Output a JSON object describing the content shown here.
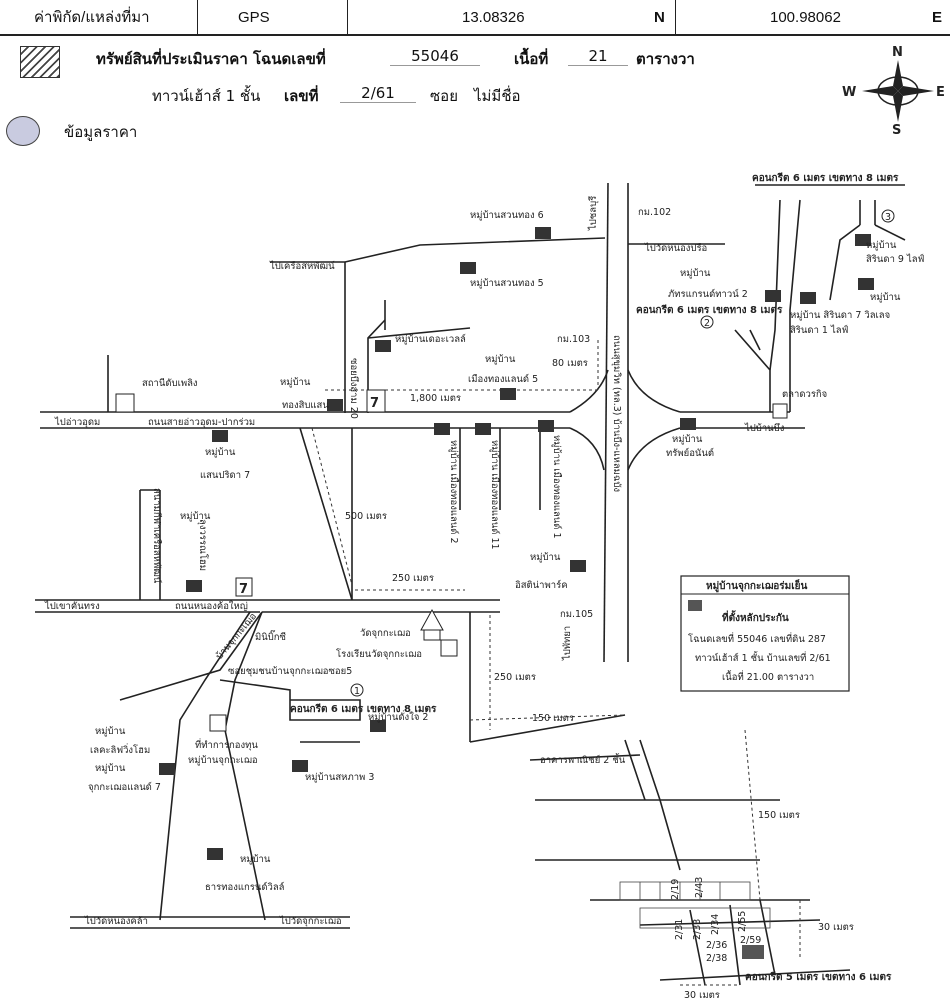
{
  "header": {
    "coord_label": "ค่าพิกัด/แหล่งที่มา",
    "source": "GPS",
    "lat": "13.08326",
    "n_label": "N",
    "lon": "100.98062",
    "e_label": "E"
  },
  "property": {
    "title": "ทรัพย์สินที่ประเมินราคา โฉนดเลขที่",
    "deed_no": "55046",
    "area_label": "เนื้อที่",
    "area_value": "21",
    "area_unit": "ตารางวา",
    "type_label": "ทาวน์เฮ้าส์ 1 ชั้น",
    "house_no_label": "เลขที่",
    "house_no": "2/61",
    "soi_label": "ซอย",
    "soi_value": "ไม่มีชื่อ"
  },
  "legend": {
    "price_data": "ข้อมูลราคา"
  },
  "compass": {
    "n": "N",
    "s": "S",
    "e": "E",
    "w": "W"
  },
  "colors": {
    "line": "#222222",
    "hatch": "#333333",
    "circle_fill": "#c9cbe0"
  },
  "map": {
    "top_road_right": "คอนกรีต 6 เมตร เขตทาง 8 เมตร",
    "circle3": "3",
    "km102": "กม.102",
    "to_chonburi": "ไปชลบุรี",
    "to_nongprue": "ไปวัดหนองปรือ",
    "mb_suanthong6": "หมู่บ้านสวนทอง 6",
    "to_kradan": "ไปเครือสหพัฒน์",
    "mb_sirinda9_a": "หมู่บ้าน",
    "mb_sirinda9_b": "สิรินดา 9 ไลฟ์",
    "mb_phat_a": "หมู่บ้าน",
    "mb_phat_b": "ภัทรแกรนด์ทาวน์ 2",
    "mb_suanthong5_a": "หมู่บ้าน",
    "mb_suanthong5_b": "หมู่บ้านสวนทอง 5",
    "mid_road_right": "คอนกรีต 6 เมตร เขตทาง 8 เมตร",
    "circle2": "2",
    "mb_sirinda7": "หมู่บ้าน สิรินดา 7 วิลเลจ",
    "mb_sirinda1_a": "หมู่บ้าน",
    "mb_sirinda1_b": "สิรินดา 1 ไลฟ์",
    "mb_thevalue": "หมู่บ้านเดอะเวลล์",
    "km103": "กม.103",
    "dist80": "80 เมตร",
    "highway": "ถนนสุขุมวิท (ทล.3) บ้านบึง-แหลมฉบัง",
    "mb_muangthong5_a": "หมู่บ้าน",
    "mb_muangthong5_b": "เมืองทองแลนด์ 5",
    "station": "สถานีดับเพลิง",
    "mb_thongsib_a": "หมู่บ้าน",
    "mb_thongsib_b": "ทองสิบแสน",
    "dist1800": "1,800 เมตร",
    "market": "ตลาดวรกิจ",
    "to_auoudom": "ไปอ่าวอุดม",
    "road_auoudom": "ถนนสายอ่าวอุดม-ปากร่วม",
    "soi20": "ซอยบึงสาม 20",
    "to_bueng": "ไปบ้านบึง",
    "mb_saensiri_a": "หมู่บ้าน",
    "mb_saensiri_b": "แสนปริดา 7",
    "mb_mt2": "หมู่บ้าน เมืองทองแลนด์ 2",
    "mb_mt11": "หมู่บ้าน เมืองทองแลนด์ 11",
    "mb_mt1": "หมู่บ้าน เมืองทองแลนด์ 1",
    "mb_thip_a": "หมู่บ้าน",
    "mb_thip_b": "ทรัพย์อนันต์",
    "dist500": "500 เมตร",
    "stadium": "สนามกีฬาเครือสหพัฒน์",
    "mb_lung_a": "หมู่บ้าน",
    "mb_lung_b": "ลุงวรรณโฮม",
    "dist250a": "250 เมตร",
    "mb_ista_a": "หมู่บ้าน",
    "mb_ista_b": "อิสติน่าพาร์ค",
    "legend_box_title": "หมู่บ้านจุกกะเฌอร่มเย็น",
    "legend_box_l1": "ที่ตั้งหลักประกัน",
    "legend_box_l2": "โฉนดเลขที่ 55046  เลขที่ดิน 287",
    "legend_box_l3": "ทาวน์เฮ้าส์ 1 ชั้น บ้านเลขที่ 2/61",
    "legend_box_l4": "เนื้อที่ 21.00 ตารางวา",
    "to_nongkhang": "ไปเขาคันทรง",
    "road_nongkho": "ถนนหนองค้อใหญ่",
    "minimart": "มินิบิ๊กซี",
    "wat": "วัดจุกกะเฌอ",
    "school": "โรงเรียนวัดจุกกะเฌอ",
    "km105": "กม.105",
    "to_pattaya": "ไปพัทยา",
    "ban_jukkachoe": "บ้านจุกกะเฌอ",
    "soi5": "ซอยชุมชนบ้านจุกกะเฌอซอย5",
    "circle1": "1",
    "road1": "คอนกรีต 6 เมตร เขตทาง 8 เมตร",
    "mb_dangjai": "หมู่บ้านดั่งใจ 2",
    "dist250b": "250 เมตร",
    "dist150a": "150 เมตร",
    "mb_ladi_a": "หมู่บ้าน",
    "mb_ladi_b": "เลคะลิฟวิ่งโฮม",
    "office_a": "ที่ทำการกองทุน",
    "office_b": "หมู่บ้านจุกกะเฌอ",
    "commercial": "อาคารพาณิชย์ 2 ชั้น",
    "mb_jukland_a": "หมู่บ้าน",
    "mb_jukland_b": "จุกกะเฌอแลนด์ 7",
    "mb_sahaphap": "หมู่บ้านสหภาพ 3",
    "dist150b": "150 เมตร",
    "mb_tharathong_a": "หมู่บ้าน",
    "mb_tharathong_b": "ธารทองแกรนด์วิลล์",
    "to_nonglam": "ไปวัดหนองคล้า",
    "to_jukka": "ไปวัดจุกกะเฌอ",
    "dist30a": "30 เมตร",
    "dist30b": "30 เมตร",
    "road_bottom": "คอนกรีต 5 เมตร เขตทาง 6 เมตร",
    "lots": [
      "2/19",
      "2/43",
      "2/31",
      "2/33",
      "2/34",
      "2/55",
      "2/36",
      "2/59",
      "2/38"
    ]
  }
}
